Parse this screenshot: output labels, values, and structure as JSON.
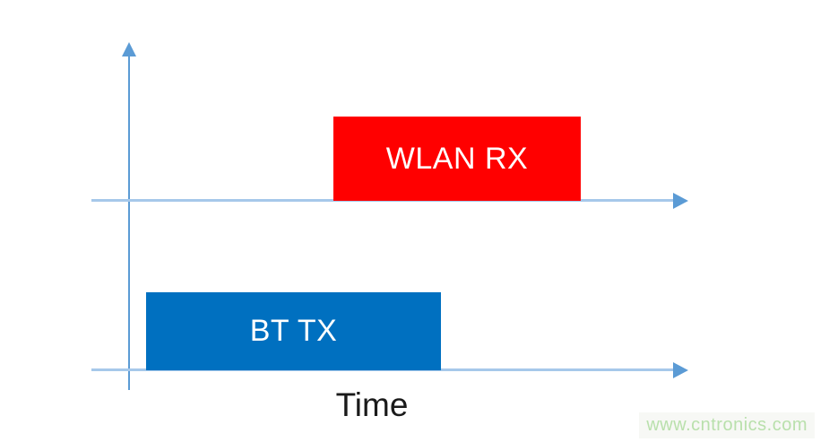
{
  "diagram": {
    "type": "timing-diagram",
    "blocks": [
      {
        "id": "wlan_rx",
        "label": "WLAN RX",
        "color": "#ff0000",
        "text_color": "#ffffff",
        "timeline": "upper"
      },
      {
        "id": "bt_tx",
        "label": "BT TX",
        "color": "#0070c0",
        "text_color": "#ffffff",
        "timeline": "lower"
      }
    ],
    "axis": {
      "x_label": "Time",
      "axis_color": "#5b9bd5",
      "timeline_color": "#a6c8ea"
    },
    "watermark": {
      "text": "www.cntronics.com",
      "color": "#b9e0ac"
    }
  }
}
